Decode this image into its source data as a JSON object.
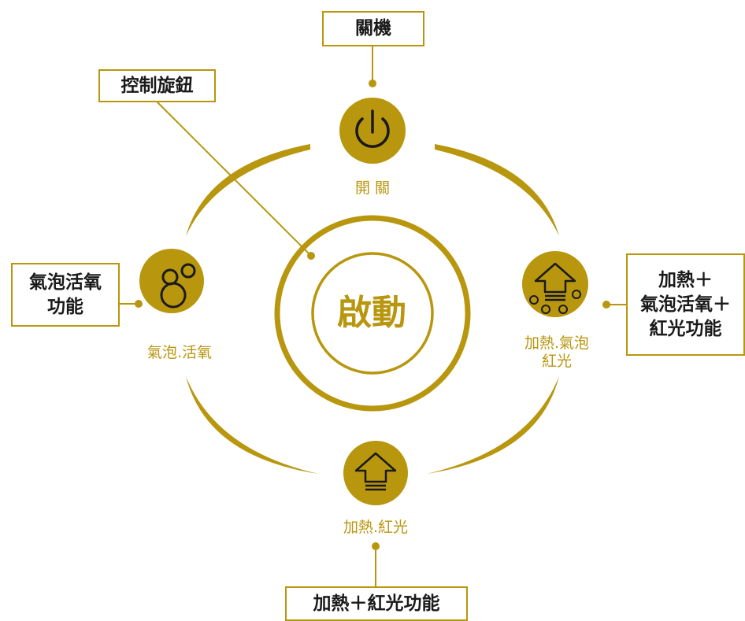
{
  "colors": {
    "accent": "#b8960e",
    "text": "#1a1a1a",
    "icon_fg": "#1a1a1a",
    "background": "#ffffff"
  },
  "center": {
    "label": "啟動"
  },
  "callouts": {
    "power_off": "關機",
    "control_knob": "控制旋鈕",
    "bubble_oxygen": [
      "氣泡活氧",
      "功能"
    ],
    "heat_bubble_red": [
      "加熱＋",
      "氣泡活氧＋",
      "紅光功能"
    ],
    "heat_red": "加熱＋紅光功能"
  },
  "modes": {
    "power": {
      "label": "開 關",
      "icon": "power-icon"
    },
    "bubble": {
      "label": "氣泡.活氧",
      "icon": "bubbles-icon"
    },
    "heat_bubble_red": {
      "label": [
        "加熱.氣泡",
        "紅光"
      ],
      "icon": "heat-bubbles-icon"
    },
    "heat_red": {
      "label": "加熱.紅光",
      "icon": "heat-arrow-icon"
    }
  }
}
